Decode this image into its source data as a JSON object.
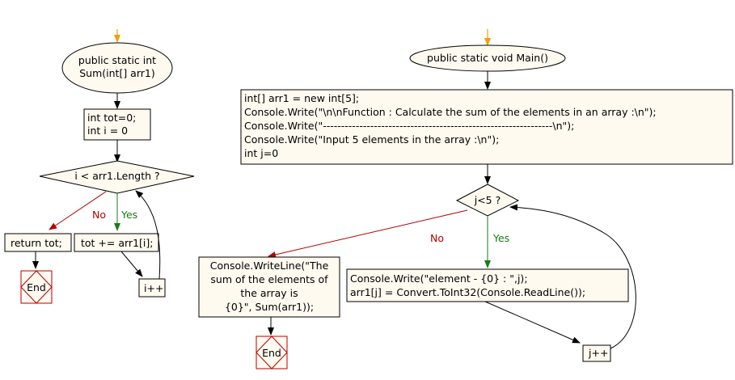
{
  "left_flow": {
    "start": [
      "public static int",
      "Sum(int[] arr1)"
    ],
    "init": [
      "int tot=0;",
      "int i = 0"
    ],
    "condition": "i < arr1.Length ?",
    "no_label": "No",
    "yes_label": "Yes",
    "return_box": "return tot;",
    "add_box": "tot += arr1[i];",
    "increment": "i++",
    "end": "End"
  },
  "right_flow": {
    "start": "public static void Main()",
    "init": [
      "int[] arr1 = new int[5];",
      "Console.Write(\"\\n\\nFunction : Calculate the sum of the elements in an array :\\n\");",
      "Console.Write(\"---------------------------------------------------------------\\n\");",
      "Console.Write(\"Input 5 elements in the array :\\n\");",
      "int j=0"
    ],
    "condition": "j<5 ?",
    "no_label": "No",
    "yes_label": "Yes",
    "output_box": [
      "Console.WriteLine(\"The",
      "sum of the elements of",
      "the array is",
      "{0}\", Sum(arr1));"
    ],
    "input_box": [
      "Console.Write(\"element - {0} : \",j);",
      "arr1[j] = Convert.ToInt32(Console.ReadLine());"
    ],
    "increment": "j++",
    "end": "End"
  },
  "colors": {
    "start_arrow": "#f0a000",
    "no": "#b40000",
    "yes": "#1a7a1a",
    "box_fill": "#fffaf0"
  }
}
